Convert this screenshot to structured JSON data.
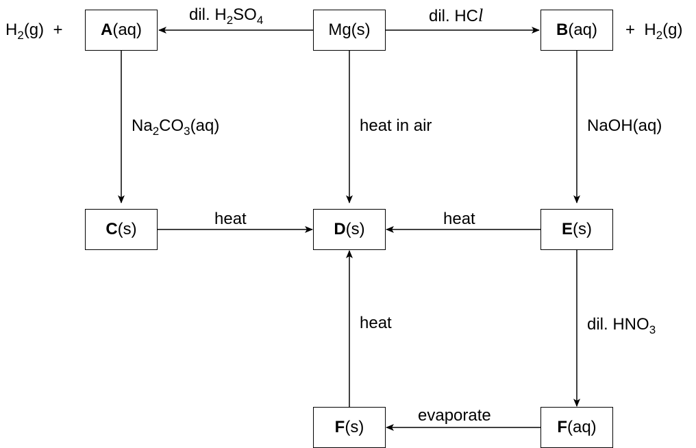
{
  "boxes": {
    "mg": "Mg(s)",
    "a": {
      "letter": "A",
      "state": "(aq)"
    },
    "b": {
      "letter": "B",
      "state": "(aq)"
    },
    "c": {
      "letter": "C",
      "state": "(s)"
    },
    "d": {
      "letter": "D",
      "state": "(s)"
    },
    "e": {
      "letter": "E",
      "state": "(s)"
    },
    "f_solid": {
      "letter": "F",
      "state": "(s)"
    },
    "f_aq": {
      "letter": "F",
      "state": "(aq)"
    }
  },
  "side_products": {
    "left": {
      "pre": "H",
      "sub": "2",
      "post": "(g)  +"
    },
    "right": {
      "pre": "+  H",
      "sub": "2",
      "post": "(g)"
    }
  },
  "reagents": {
    "mg_to_a": {
      "pre": "dil. H",
      "sub1": "2",
      "mid": "SO",
      "sub2": "4"
    },
    "mg_to_b": {
      "pre": "dil. HC",
      "ital": "l"
    },
    "a_to_c": {
      "pre": "Na",
      "sub1": "2",
      "mid": "CO",
      "sub2": "3",
      "post": "(aq)"
    },
    "mg_to_d": "heat in air",
    "b_to_e": "NaOH(aq)",
    "c_to_d": "heat",
    "e_to_d": "heat",
    "fs_to_d": "heat",
    "e_to_faq": {
      "pre": "dil. HNO",
      "sub": "3"
    },
    "faq_to_fs": "evaporate"
  }
}
